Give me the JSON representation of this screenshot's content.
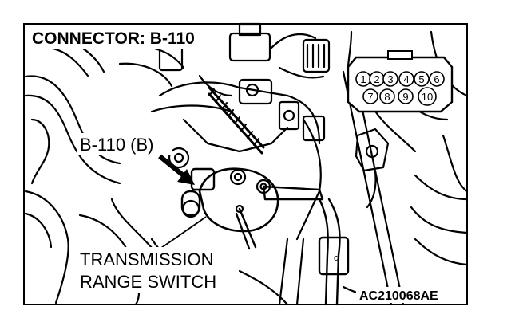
{
  "figure": {
    "connector_title": "CONNECTOR: B-110",
    "connector_callout": "B-110 (B)",
    "part_label_line1": "TRANSMISSION",
    "part_label_line2": "RANGE SWITCH",
    "figure_code": "AC210068AE",
    "small_tag": "c"
  },
  "connector_pins": {
    "row_top": [
      "1",
      "2",
      "3",
      "4",
      "5",
      "6"
    ],
    "row_bottom": [
      "7",
      "8",
      "9",
      "10"
    ]
  },
  "colors": {
    "line": "#000000",
    "background": "#ffffff"
  }
}
